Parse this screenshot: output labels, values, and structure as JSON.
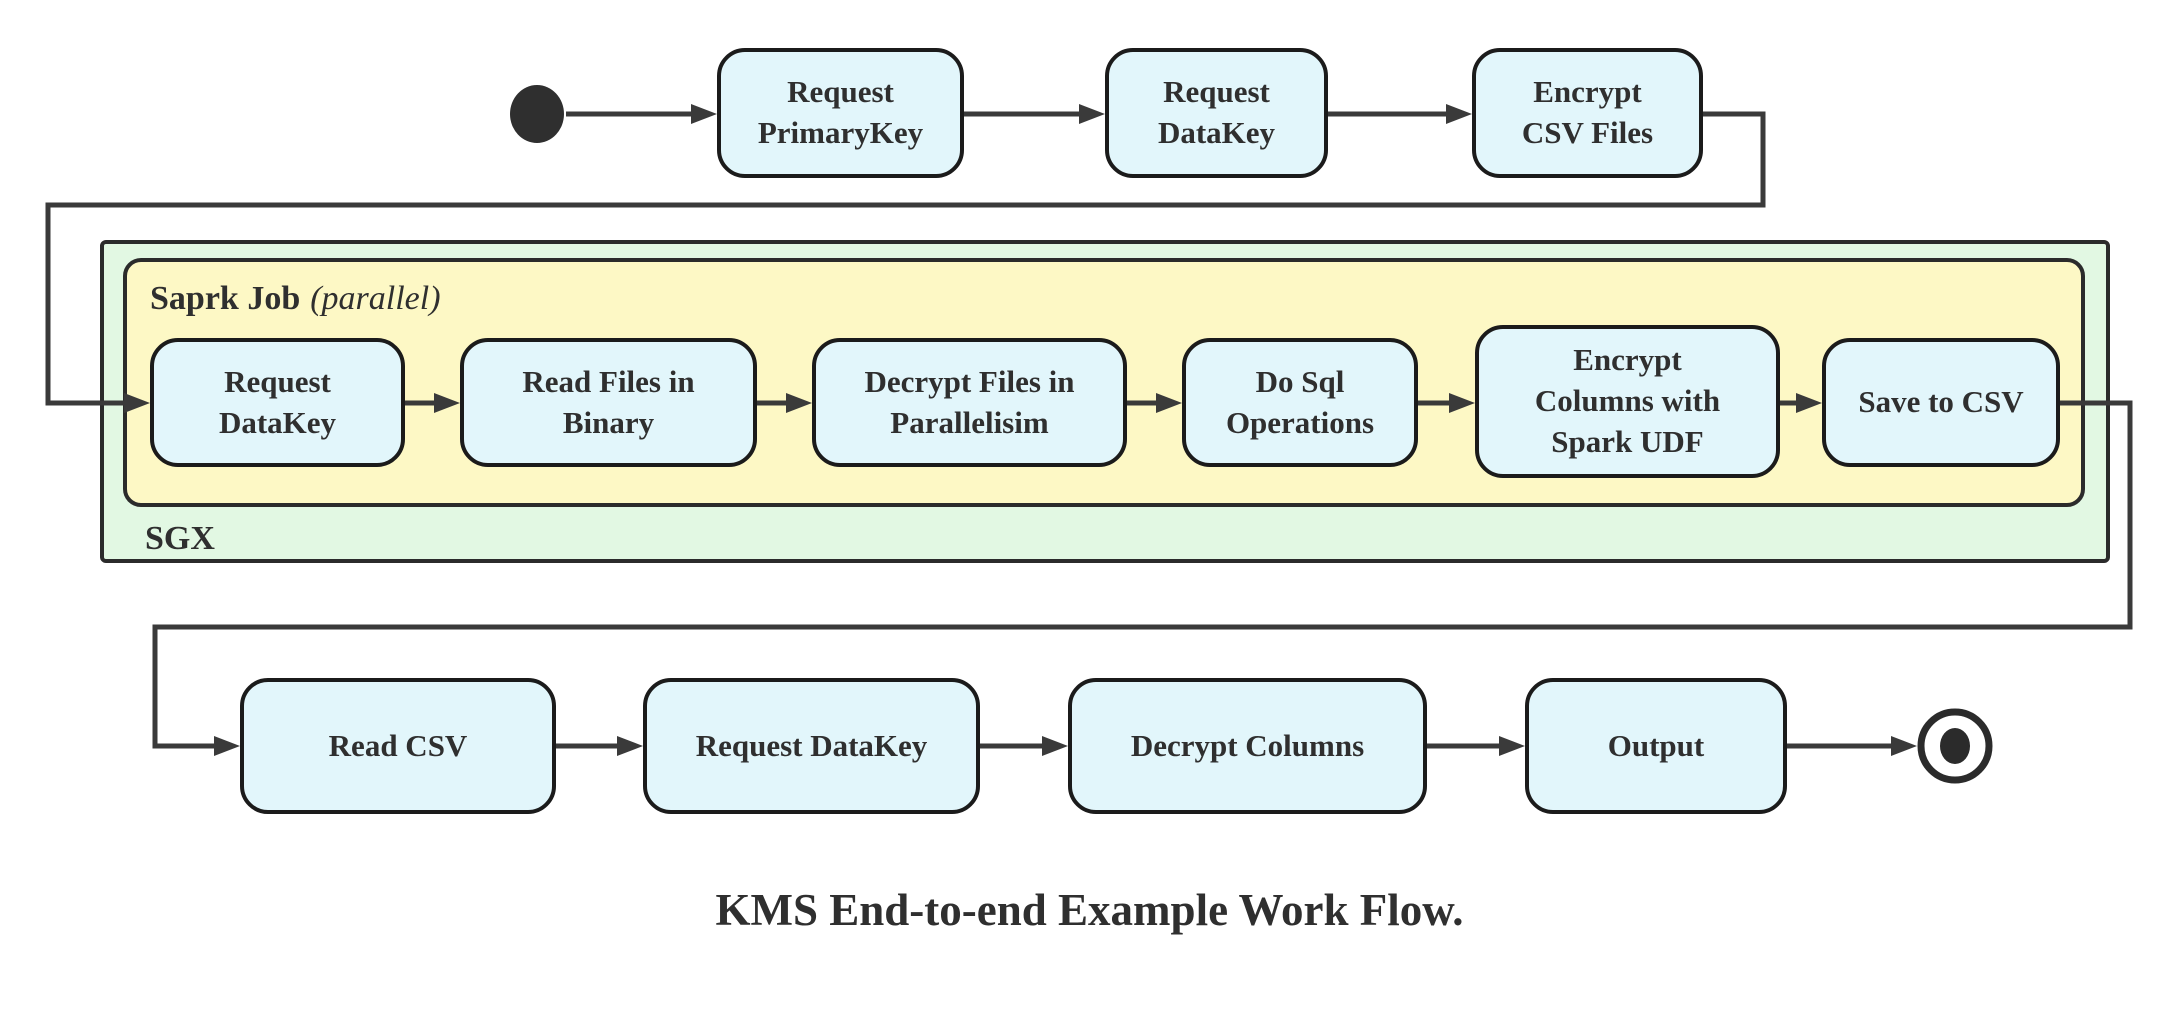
{
  "diagram": {
    "title": "KMS End-to-end Example Work Flow.",
    "type": "activity-flowchart",
    "colors": {
      "node_fill": "#e2f6fb",
      "node_border": "#1b1b1b",
      "sgx_partition_fill": "#e2f8e3",
      "spark_partition_fill": "#fdf8c5",
      "partition_border": "#2b2b2b",
      "edge": "#3a3a3a",
      "text": "#2f2f2f"
    },
    "partitions": {
      "sgx": {
        "label": "SGX"
      },
      "spark_job": {
        "label": "Saprk Job",
        "qualifier": "(parallel)"
      }
    },
    "nodes": {
      "start": {
        "type": "initial-state-dot"
      },
      "top_row": [
        {
          "label": "Request\nPrimaryKey"
        },
        {
          "label": "Request\nDataKey"
        },
        {
          "label": "Encrypt\nCSV Files"
        }
      ],
      "spark_row": [
        {
          "label": "Request\nDataKey"
        },
        {
          "label": "Read Files in\nBinary"
        },
        {
          "label": "Decrypt Files in\nParallelisim"
        },
        {
          "label": "Do Sql\nOperations"
        },
        {
          "label": "Encrypt\nColumns with\nSpark UDF"
        },
        {
          "label": "Save to CSV"
        }
      ],
      "bottom_row": [
        {
          "label": "Read CSV"
        },
        {
          "label": "Request DataKey"
        },
        {
          "label": "Decrypt Columns"
        },
        {
          "label": "Output"
        }
      ],
      "end": {
        "type": "final-state-circle"
      }
    },
    "flow_order": [
      "start",
      "Request PrimaryKey",
      "Request DataKey",
      "Encrypt CSV Files",
      "Request DataKey (SGX / Saprk Job)",
      "Read Files in Binary",
      "Decrypt Files in Parallelisim",
      "Do Sql Operations",
      "Encrypt Columns with Spark UDF",
      "Save to CSV",
      "Read CSV",
      "Request DataKey",
      "Decrypt Columns",
      "Output",
      "end"
    ]
  }
}
